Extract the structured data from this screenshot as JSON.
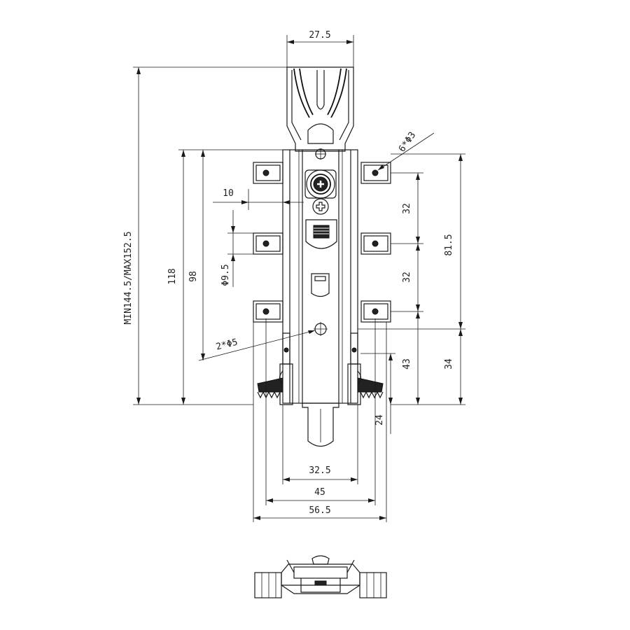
{
  "dimensions": {
    "top_width": "27.5",
    "hole_callout": "6*Φ3",
    "gap_10": "10",
    "spacing_32_upper": "32",
    "spacing_32_lower": "32",
    "height_81_5": "81.5",
    "diameter_9_5": "Φ9.5",
    "total_height": "MIN144.5/MAX152.5",
    "height_118": "118",
    "height_98": "98",
    "hole_callout_2": "2*Φ5",
    "height_43": "43",
    "height_34": "34",
    "height_24": "24",
    "width_32_5": "32.5",
    "width_45": "45",
    "width_56_5": "56.5"
  }
}
